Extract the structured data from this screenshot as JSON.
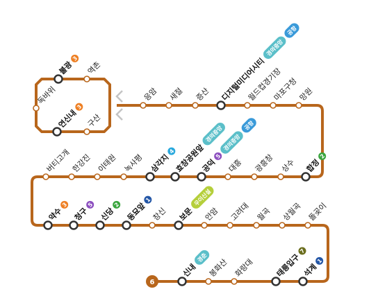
{
  "line": {
    "number": "6",
    "color": "#b8661c"
  },
  "colors": {
    "line1": "#2356a6",
    "line2": "#3aa53e",
    "line3": "#ee7f23",
    "line4": "#2aa9dd",
    "line5": "#8c4fbf",
    "line7": "#6b6e1e",
    "gyeongui": "#5bbfc9",
    "airport": "#3a9ad9",
    "woosinseol": "#b5cf3b"
  },
  "loop": [
    {
      "name": "불광",
      "transfer": true,
      "badges": [
        "3"
      ]
    },
    {
      "name": "역촌",
      "transfer": false,
      "badges": []
    },
    {
      "name": "독바위",
      "transfer": false,
      "badges": []
    },
    {
      "name": "연신내",
      "transfer": true,
      "badges": [
        "3"
      ]
    },
    {
      "name": "구산",
      "transfer": false,
      "badges": []
    }
  ],
  "row1": [
    {
      "name": "응암",
      "transfer": false,
      "badges": []
    },
    {
      "name": "새절",
      "transfer": false,
      "badges": []
    },
    {
      "name": "증산",
      "transfer": false,
      "badges": []
    },
    {
      "name": "디지털미디어시티",
      "transfer": true,
      "badges": [],
      "tags": [
        "경의중앙",
        "공항"
      ]
    },
    {
      "name": "월드컵경기장",
      "transfer": false,
      "badges": []
    },
    {
      "name": "마포구청",
      "transfer": false,
      "badges": []
    },
    {
      "name": "망원",
      "transfer": false,
      "badges": []
    }
  ],
  "row2": [
    {
      "name": "버티고개",
      "transfer": false,
      "badges": []
    },
    {
      "name": "한강진",
      "transfer": false,
      "badges": []
    },
    {
      "name": "이태원",
      "transfer": false,
      "badges": []
    },
    {
      "name": "녹사평",
      "transfer": false,
      "badges": []
    },
    {
      "name": "삼각지",
      "transfer": true,
      "badges": [
        "4"
      ]
    },
    {
      "name": "효창공원앞",
      "transfer": true,
      "badges": [],
      "tags": [
        "경의중앙"
      ]
    },
    {
      "name": "공덕",
      "transfer": true,
      "badges": [
        "5"
      ],
      "tags": [
        "경의중앙",
        "공항"
      ]
    },
    {
      "name": "대흥",
      "transfer": false,
      "badges": []
    },
    {
      "name": "광흥창",
      "transfer": false,
      "badges": []
    },
    {
      "name": "상수",
      "transfer": false,
      "badges": []
    },
    {
      "name": "합정",
      "transfer": true,
      "badges": [
        "2"
      ]
    }
  ],
  "row3": [
    {
      "name": "약수",
      "transfer": true,
      "badges": [
        "3"
      ]
    },
    {
      "name": "청구",
      "transfer": true,
      "badges": [
        "5"
      ]
    },
    {
      "name": "신당",
      "transfer": true,
      "badges": [
        "2"
      ]
    },
    {
      "name": "동묘앞",
      "transfer": true,
      "badges": [
        "1"
      ]
    },
    {
      "name": "창신",
      "transfer": false,
      "badges": []
    },
    {
      "name": "보문",
      "transfer": true,
      "badges": [],
      "tags": [
        "우이신설"
      ]
    },
    {
      "name": "안암",
      "transfer": false,
      "badges": []
    },
    {
      "name": "고려대",
      "transfer": false,
      "badges": []
    },
    {
      "name": "월곡",
      "transfer": false,
      "badges": []
    },
    {
      "name": "상월곡",
      "transfer": false,
      "badges": []
    },
    {
      "name": "돌곶이",
      "transfer": false,
      "badges": []
    }
  ],
  "row4": [
    {
      "name": "신내",
      "transfer": true,
      "badges": [],
      "tags": [
        "경춘"
      ]
    },
    {
      "name": "봉화산",
      "transfer": false,
      "badges": []
    },
    {
      "name": "화랑대",
      "transfer": false,
      "badges": []
    },
    {
      "name": "태릉입구",
      "transfer": true,
      "badges": [
        "7"
      ]
    },
    {
      "name": "석계",
      "transfer": true,
      "badges": [
        "1"
      ]
    }
  ]
}
